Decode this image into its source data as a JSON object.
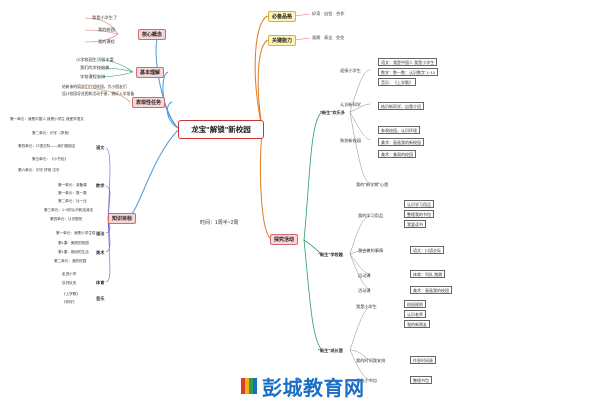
{
  "center": {
    "title": "龙宝\"解锁\"新校园"
  },
  "time": "时间：1周半~2周",
  "left": {
    "core_concept": {
      "label": "核心概念",
      "items": [
        "我是小学生了",
        "我的校园",
        "我的课程"
      ]
    },
    "basic_understanding": {
      "label": "基本理解",
      "items": [
        "小学校园生活很丰富",
        "我们的学校很美",
        "学校课程安排"
      ]
    },
    "performance_task": {
      "label": "表现性任务",
      "text": [
        "给新来的同学们介绍校园，为小朋友们",
        "设计校园导览图和活动手册，做好入学准备"
      ]
    },
    "knowledge_goals": {
      "label": "知识目标",
      "chinese": {
        "label": "语文",
        "items": [
          "第一单元：我是中国人 我是小学生 我爱学语文",
          "第二单元：识字（拼音）",
          "第四单元：口语交际——我们做朋友",
          "第五单元：《小书包》",
          "第六单元：识字 拼音 汉字"
        ]
      },
      "math": {
        "label": "数学",
        "items": [
          "第一单元：准备课",
          "第一单元：数一数",
          "第二单元：比一比",
          "第三单元：1~5的认识和加减法",
          "第四单元：认识图形"
        ]
      },
      "morality": {
        "label": "道法",
        "items": [
          "第一单元：我是小学生啦"
        ]
      },
      "art": {
        "label": "美术",
        "items": [
          "第1课：美丽的校园",
          "第1课：缤纷的生活",
          "第二单元：我的校园"
        ]
      },
      "other": {
        "label": "体育",
        "items": [
          "走进小学",
          "队列队形"
        ]
      },
      "music": {
        "label": "音乐",
        "items": [
          "《上学歌》",
          "《你好》"
        ]
      }
    }
  },
  "right": {
    "essential_questions": {
      "label": "必备品格",
      "items": [
        "好奇",
        "自信",
        "合作"
      ]
    },
    "key_abilities": {
      "label": "关键能力",
      "items": [
        "观察",
        "表达",
        "交往"
      ]
    },
    "inquiry": {
      "label": "探究活动",
      "branches": [
        {
          "label": "\"新生\"欢乐多",
          "subs": [
            {
              "label": "迎接小学生",
              "items": [
                "语文：我是中国人 我是小学生",
                "数学：数一数：认识数字 1~10",
                "音乐：《上学歌》"
              ]
            },
            {
              "label": "认识新同学",
              "items": [
                "结识新同学，自我介绍"
              ]
            },
            {
              "label": "熟悉新校园",
              "items": [
                "参观校园，认识环境",
                "美术：画画我的新校园",
                "美术：美丽的校园"
              ]
            },
            {
              "label": "我的\"新学期\"心愿",
              "items": []
            }
          ]
        },
        {
          "label": "\"新生\"学校趣",
          "subs": [
            {
              "label": "我的学习用品",
              "items": [
                "认识学习用品",
                "整理我的书包",
                "我爱读书"
              ]
            },
            {
              "label": "我会做的事情",
              "items": [
                "语文：口语交际"
              ]
            },
            {
              "label": "运动课",
              "items": [
                "体育：列队 跑跳"
              ]
            },
            {
              "label": "活动课",
              "items": [
                "美术：画画我的校园"
              ]
            }
          ]
        },
        {
          "label": "\"新生\"成长营",
          "subs": [
            {
              "label": "我是小学生",
              "items": [
                "校园规则",
                "认识老师",
                "我的新朋友"
              ]
            },
            {
              "label": "我的时间我安排",
              "items": [
                "作息时间表"
              ]
            },
            {
              "label": "我的小书包",
              "items": [
                "整理书包"
              ]
            }
          ]
        }
      ]
    }
  },
  "footer": {
    "logo_text": "彭城教育网"
  }
}
